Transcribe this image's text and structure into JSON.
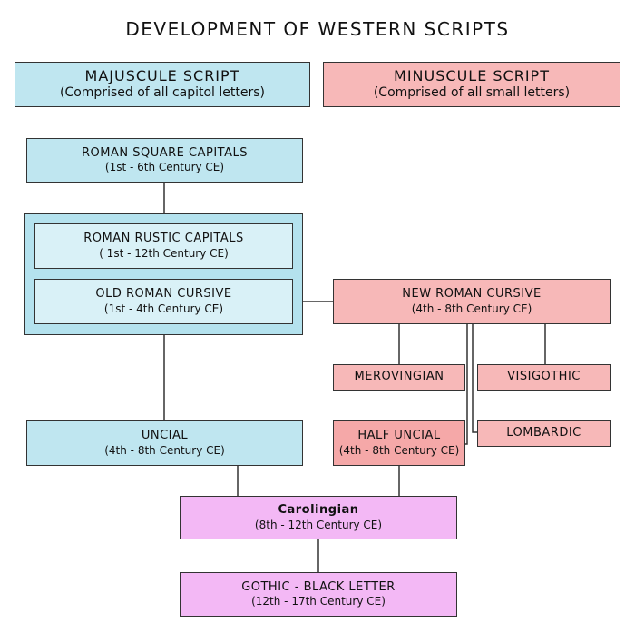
{
  "title": "DEVELOPMENT OF WESTERN SCRIPTS",
  "header": {
    "majuscule": {
      "title": "MAJUSCULE SCRIPT",
      "subtitle": "(Comprised of all capitol letters)"
    },
    "minuscule": {
      "title": "MINUSCULE SCRIPT",
      "subtitle": "(Comprised of all small letters)"
    }
  },
  "nodes": {
    "roman_square": {
      "title": "ROMAN SQUARE CAPITALS",
      "dates": "(1st - 6th Century CE)"
    },
    "roman_rustic": {
      "title": "ROMAN RUSTIC CAPITALS",
      "dates": "( 1st - 12th Century CE)"
    },
    "old_cursive": {
      "title": "OLD ROMAN CURSIVE",
      "dates": "(1st - 4th Century CE)"
    },
    "new_cursive": {
      "title": "NEW ROMAN CURSIVE",
      "dates": "(4th - 8th Century CE)"
    },
    "merovingian": {
      "title": "MEROVINGIAN"
    },
    "visigothic": {
      "title": "VISIGOTHIC"
    },
    "lombardic": {
      "title": "LOMBARDIC"
    },
    "uncial": {
      "title": "UNCIAL",
      "dates": "(4th - 8th Century CE)"
    },
    "half_uncial": {
      "title": "HALF UNCIAL",
      "dates": "(4th - 8th Century CE)"
    },
    "carolingian": {
      "title": "Carolingian",
      "dates": "(8th - 12th Century CE)"
    },
    "gothic": {
      "title": "GOTHIC - BLACK LETTER",
      "dates": "(12th - 17th Century CE)"
    }
  },
  "colors": {
    "majuscule": "#bfe6f0",
    "minuscule": "#f7b8b8",
    "combined": "#f3b8f5",
    "line": "#333333"
  }
}
